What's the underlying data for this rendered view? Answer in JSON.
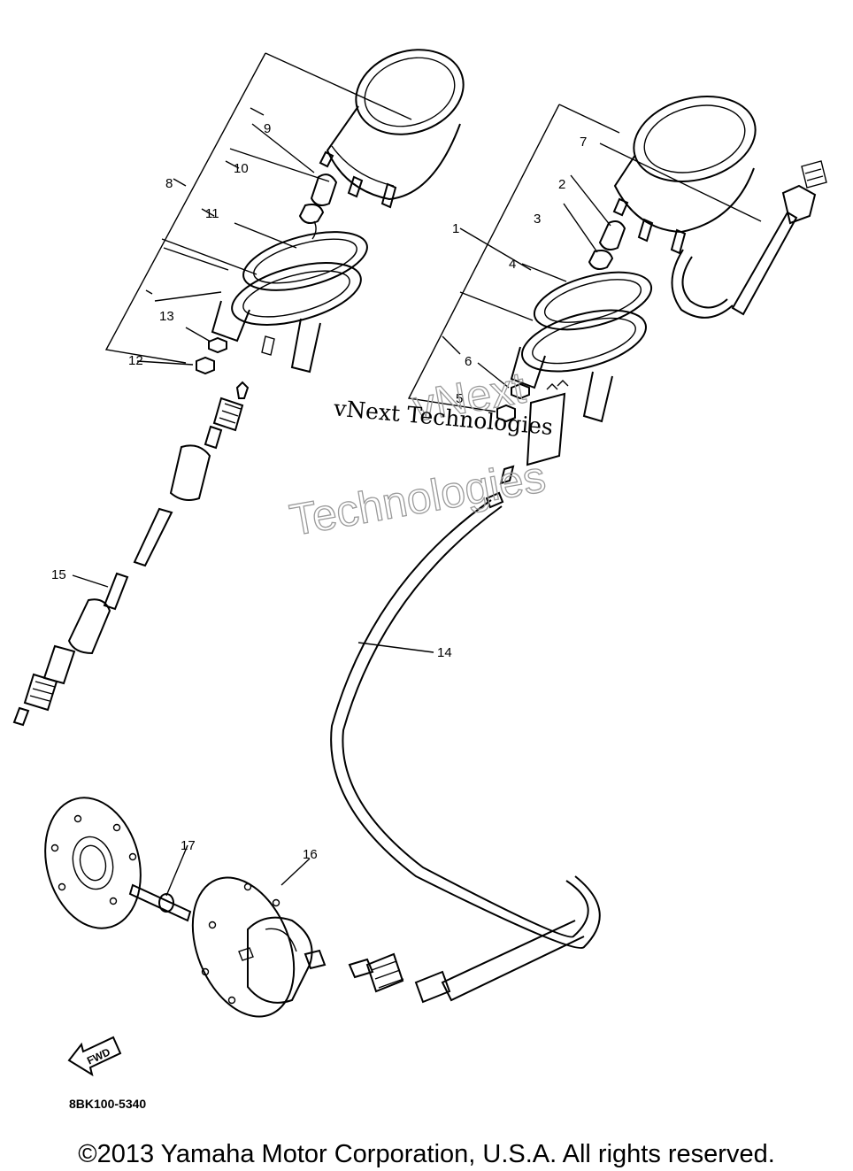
{
  "callouts": [
    "1",
    "2",
    "3",
    "4",
    "5",
    "6",
    "7",
    "8",
    "9",
    "10",
    "11",
    "12",
    "13",
    "14",
    "15",
    "16",
    "17"
  ],
  "watermark": {
    "line1": "vNext Technologies",
    "outline_top": "vNext",
    "outline_bottom": "Technologies"
  },
  "fwd_label": "FWD",
  "part_code": "8BK100-5340",
  "copyright": "©2013 Yamaha Motor Corporation, U.S.A. All rights reserved."
}
